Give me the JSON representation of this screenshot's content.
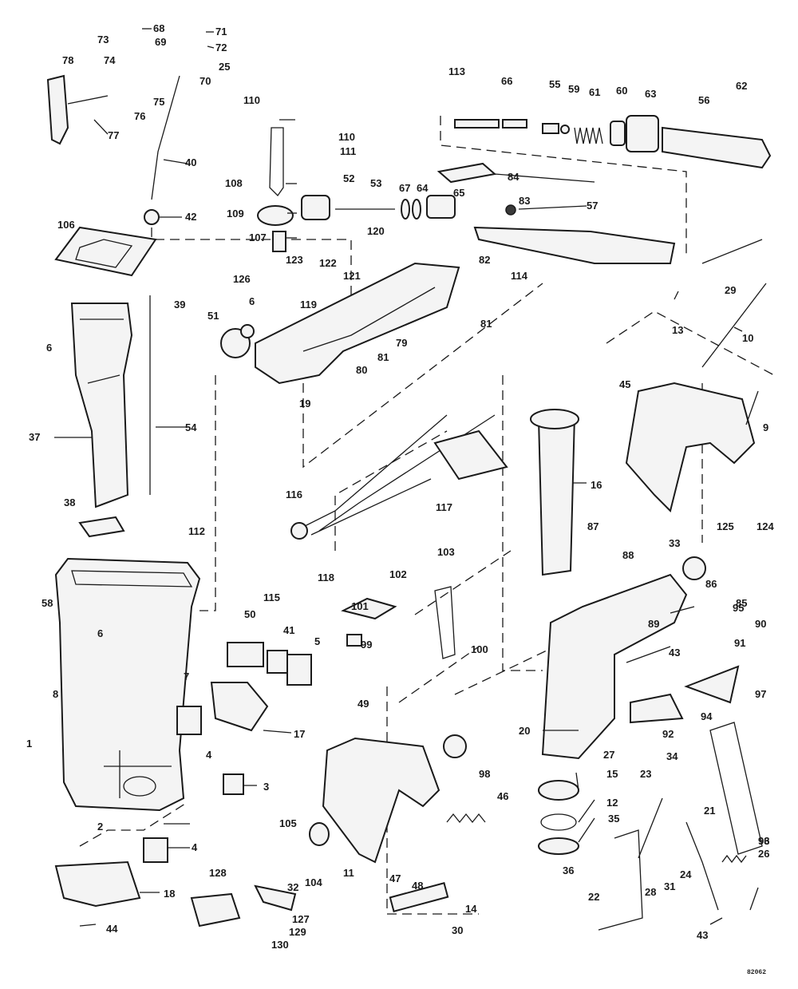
{
  "diagram_code": "82062",
  "labels": [
    "1",
    "2",
    "3",
    "4",
    "4",
    "5",
    "6",
    "6",
    "6",
    "7",
    "8",
    "9",
    "10",
    "11",
    "12",
    "13",
    "14",
    "15",
    "16",
    "17",
    "18",
    "19",
    "20",
    "21",
    "22",
    "23",
    "24",
    "25",
    "26",
    "27",
    "28",
    "29",
    "30",
    "31",
    "32",
    "33",
    "34",
    "35",
    "36",
    "37",
    "38",
    "39",
    "40",
    "41",
    "42",
    "43",
    "43",
    "44",
    "45",
    "46",
    "47",
    "48",
    "49",
    "50",
    "51",
    "52",
    "53",
    "54",
    "55",
    "56",
    "57",
    "58",
    "59",
    "60",
    "61",
    "62",
    "63",
    "64",
    "65",
    "66",
    "67",
    "68",
    "69",
    "70",
    "71",
    "72",
    "73",
    "74",
    "75",
    "76",
    "77",
    "78",
    "79",
    "80",
    "81",
    "81",
    "82",
    "83",
    "84",
    "85",
    "86",
    "87",
    "88",
    "89",
    "90",
    "91",
    "92",
    "93",
    "94",
    "95",
    "96",
    "97",
    "98",
    "99",
    "100",
    "101",
    "102",
    "103",
    "104",
    "105",
    "106",
    "107",
    "108",
    "109",
    "110",
    "110",
    "111",
    "112",
    "113",
    "114",
    "115",
    "116",
    "117",
    "118",
    "119",
    "120",
    "121",
    "122",
    "123",
    "124",
    "125",
    "126",
    "127",
    "128",
    "129",
    "130"
  ]
}
